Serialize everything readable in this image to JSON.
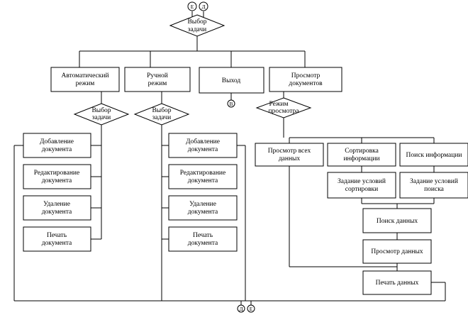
{
  "connectors": {
    "e": "Е",
    "d": "Д",
    "v": "В"
  },
  "diamonds": {
    "top": [
      "Выбор",
      "задачи"
    ],
    "auto": [
      "Выбор",
      "задачи"
    ],
    "manual": [
      "Выбор",
      "задачи"
    ],
    "view": [
      "Режим",
      "просмотра"
    ]
  },
  "modes": {
    "auto": [
      "Автоматический",
      "режим"
    ],
    "manual": [
      "Ручной",
      "режим"
    ],
    "exit": "Выход",
    "view": [
      "Просмотр",
      "документов"
    ]
  },
  "auto_actions": [
    [
      "Добавление",
      "документа"
    ],
    [
      "Редактирование",
      "документа"
    ],
    [
      "Удаление",
      "документа"
    ],
    [
      "Печать",
      "документа"
    ]
  ],
  "manual_actions": [
    [
      "Добавление",
      "документа"
    ],
    [
      "Редактирование",
      "документа"
    ],
    [
      "Удаление",
      "документа"
    ],
    [
      "Печать",
      "документа"
    ]
  ],
  "view_options": {
    "all": [
      "Просмотр всех",
      "данных"
    ],
    "sort": [
      "Сортировка",
      "информации"
    ],
    "search": "Поиск информации"
  },
  "conditions": {
    "sort": [
      "Задание условий",
      "сортировки"
    ],
    "search": [
      "Задание условий",
      "поиска"
    ]
  },
  "steps": {
    "find": "Поиск данных",
    "view": "Просмотр данных",
    "print": "Печать данных"
  }
}
